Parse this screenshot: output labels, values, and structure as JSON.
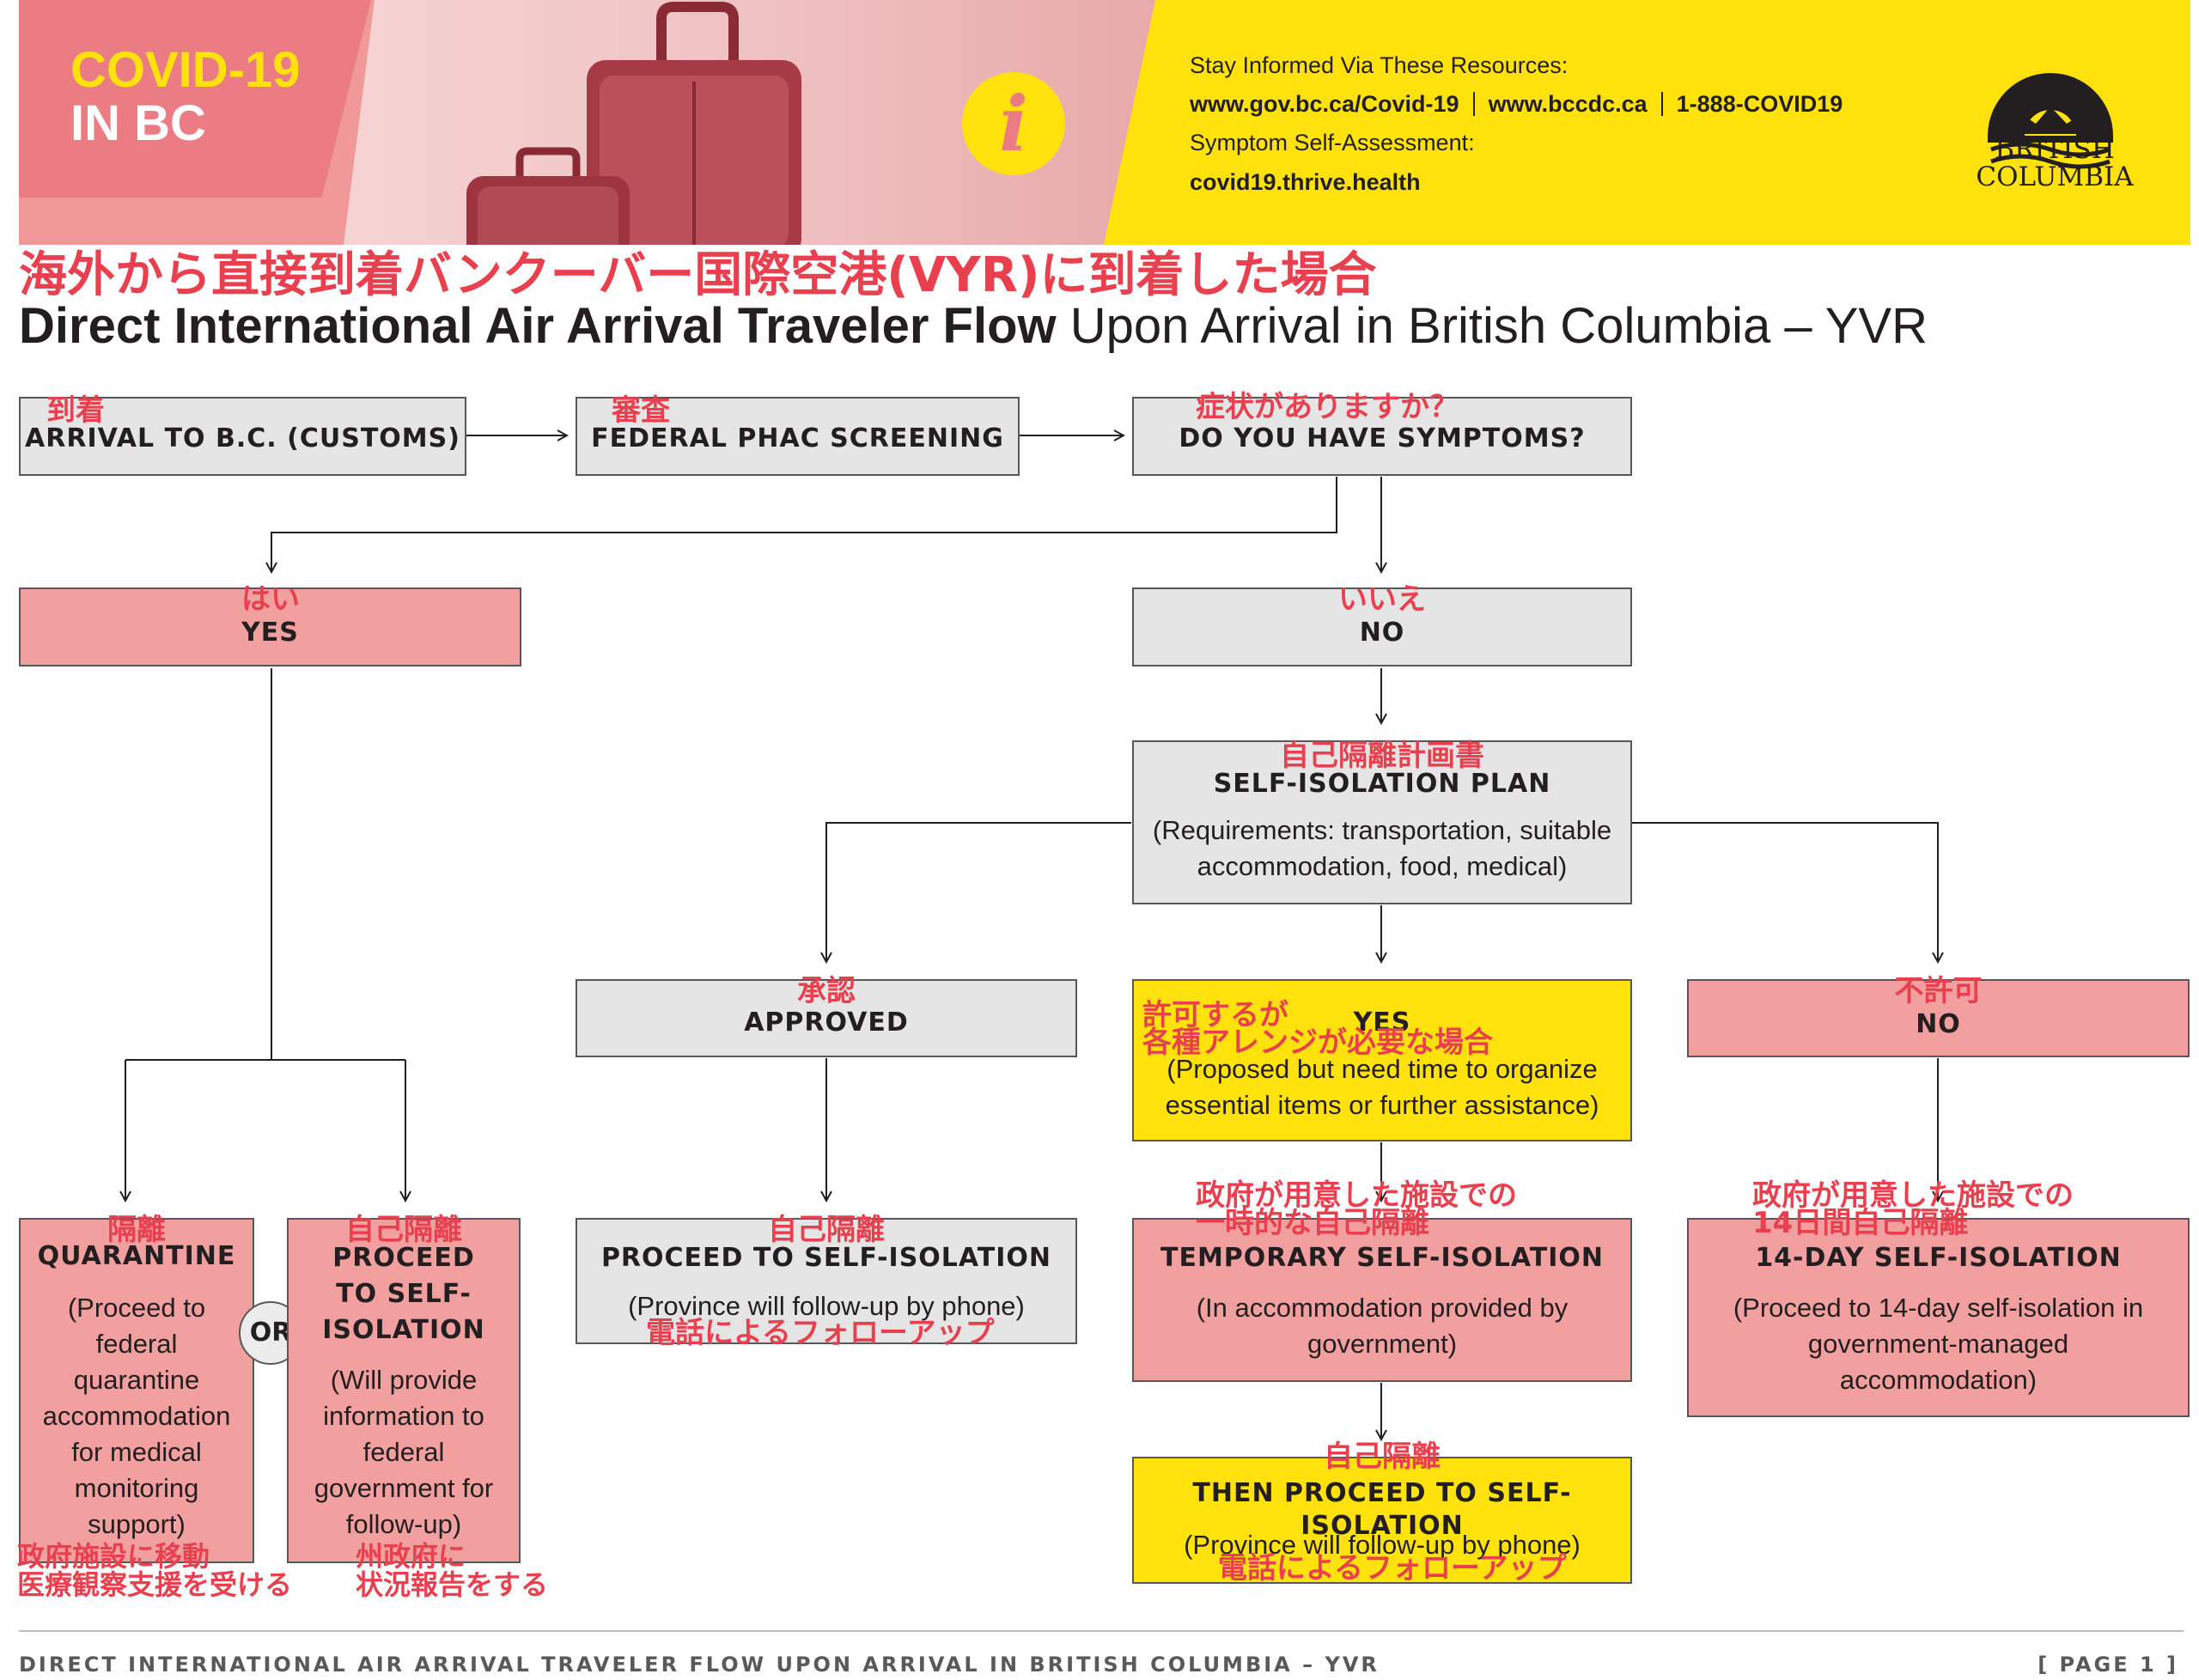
{
  "header": {
    "badge_line1": "COVID-19",
    "badge_line2": "IN BC",
    "info_icon": "info-icon",
    "resources_label": "Stay Informed Via These Resources:",
    "links": [
      "www.gov.bc.ca/Covid-19",
      "www.bccdc.ca",
      "1-888-COVID19"
    ],
    "assessment_label": "Symptom Self-Assessment:",
    "assessment_url": "covid19.thrive.health",
    "logo_line1": "BRITISH",
    "logo_line2": "COLUMBIA"
  },
  "title": {
    "jp": "海外から直接到着バンクーバー国際空港(VYR)に到着した場合",
    "en_bold": "Direct International Air Arrival Traveler Flow",
    "en_regular": " Upon Arrival in British Columbia – YVR"
  },
  "nodes": {
    "arrival": {
      "jp": "到着",
      "label": "ARRIVAL TO B.C. (CUSTOMS)"
    },
    "screening": {
      "jp": "審査",
      "label": "FEDERAL PHAC SCREENING"
    },
    "symptoms": {
      "jp": "症状がありますか？",
      "label": "DO YOU HAVE SYMPTOMS?"
    },
    "yes": {
      "jp": "はい",
      "label": "YES"
    },
    "no": {
      "jp": "いいえ",
      "label": "NO"
    },
    "plan": {
      "jp": "自己隔離計画書",
      "label": "SELF-ISOLATION PLAN",
      "desc": "(Requirements: transportation, suitable accommodation, food, medical)"
    },
    "approved": {
      "jp": "承認",
      "label": "APPROVED"
    },
    "plan_yes": {
      "jp": "許可するが\n各種アレンジが必要な場合",
      "label": "YES",
      "desc": "(Proposed but need time to organize essential items or further assistance)"
    },
    "plan_no": {
      "jp": "不許可",
      "label": "NO"
    },
    "quarantine": {
      "jp": "隔離",
      "label": "QUARANTINE",
      "desc": "(Proceed to federal quarantine accommodation for medical monitoring support)",
      "jp_note": "政府施設に移動\n医療観察支援を受ける"
    },
    "or": "OR",
    "proceed_self": {
      "jp": "自己隔離",
      "label": "PROCEED TO SELF-ISOLATION",
      "desc": "(Will provide information to federal government for follow-up)",
      "jp_note": "州政府に\n状況報告をする"
    },
    "approved_proceed": {
      "jp": "自己隔離",
      "label": "PROCEED TO SELF-ISOLATION",
      "desc": "(Province will follow-up by phone)",
      "jp_note": "電話によるフォローアップ"
    },
    "temporary": {
      "jp": "政府が用意した施設での\n一時的な自己隔離",
      "label": "TEMPORARY SELF-ISOLATION",
      "desc": "(In accommodation provided by government)"
    },
    "fourteen_day": {
      "jp": "政府が用意した施設での\n14日間自己隔離",
      "label": "14-DAY SELF-ISOLATION",
      "desc": "(Proceed to 14-day self-isolation in government-managed accommodation)"
    },
    "then_proceed": {
      "jp": "自己隔離",
      "label": "THEN PROCEED TO SELF-ISOLATION",
      "desc": "(Province will follow-up by phone)",
      "jp_note": "電話によるフォローアップ"
    }
  },
  "footer": {
    "left": "DIRECT INTERNATIONAL AIR ARRIVAL TRAVELER FLOW UPON ARRIVAL IN BRITISH COLUMBIA – YVR",
    "right": "[ PAGE  1 ]"
  },
  "colors": {
    "pink": "#f19f9f",
    "grey": "#e5e5e5",
    "yellow": "#ffe20b",
    "red_text": "#e8404f"
  }
}
